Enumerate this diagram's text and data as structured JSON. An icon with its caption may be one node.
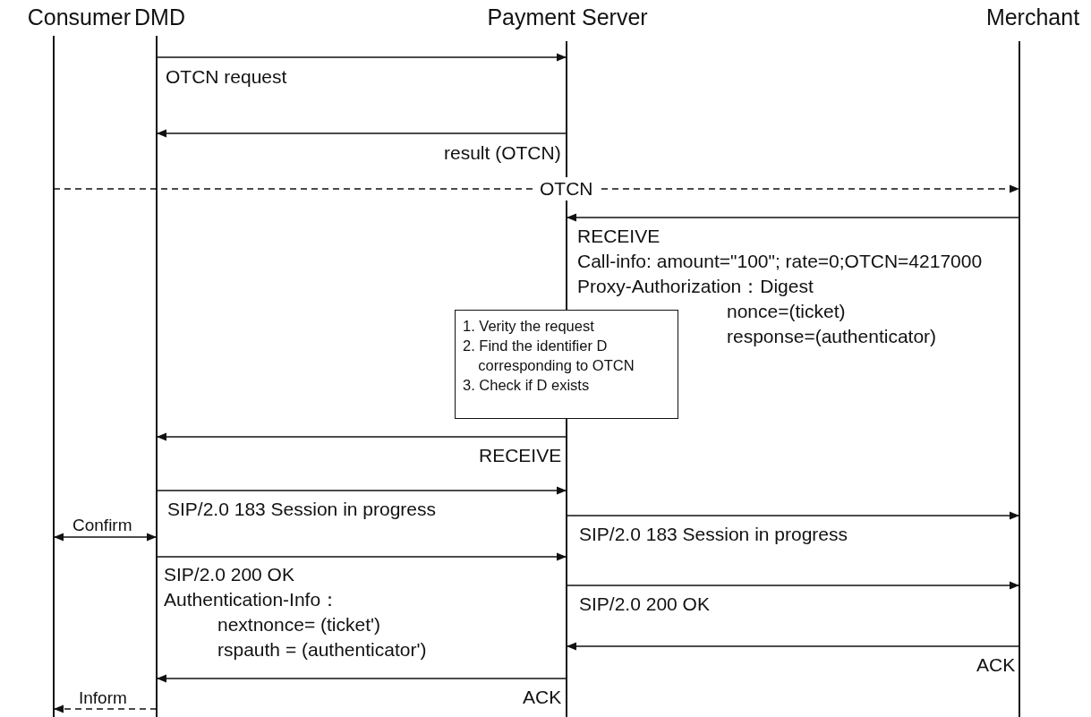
{
  "diagram": {
    "nodes": [
      {
        "text": [
          "Consumer"
        ]
      },
      {
        "text": [
          "DMD"
        ]
      },
      {
        "text": [
          "Payment Server"
        ]
      },
      {
        "text": [
          "Merchant"
        ]
      },
      {
        "text": [
          "1. Verity the request",
          "2. Find the identifier D corresponding to OTCN",
          "3. Check if D exists"
        ]
      }
    ],
    "edges": [
      {
        "from": 1,
        "to": 2,
        "arrow": "to",
        "label": "OTCN request"
      },
      {
        "from": 2,
        "to": 1,
        "arrow": "to",
        "label": "result (OTCN)"
      },
      {
        "from": 0,
        "to": 3,
        "arrow": "to",
        "label": "OTCN",
        "style": "dashed"
      },
      {
        "from": 3,
        "to": 2,
        "arrow": "to",
        "label": "RECEIVE"
      },
      {
        "from": 2,
        "to": 1,
        "arrow": "to",
        "label": "RECEIVE"
      },
      {
        "from": 1,
        "to": 2,
        "arrow": "to",
        "label": "SIP/2.0 183 Session in progress"
      },
      {
        "from": 2,
        "to": 3,
        "arrow": "to",
        "label": "SIP/2.0 183 Session in progress"
      },
      {
        "from": 0,
        "to": 1,
        "arrow": "both",
        "label": "Confirm"
      },
      {
        "from": 1,
        "to": 2,
        "arrow": "to",
        "label": "SIP/2.0 200 OK"
      },
      {
        "from": 2,
        "to": 3,
        "arrow": "to",
        "label": "SIP/2.0 200 OK"
      },
      {
        "from": 3,
        "to": 2,
        "arrow": "to",
        "label": "ACK"
      },
      {
        "from": 2,
        "to": 1,
        "arrow": "to",
        "label": "ACK"
      },
      {
        "from": 1,
        "to": 0,
        "arrow": "to",
        "label": "Inform",
        "style": "dashed"
      }
    ],
    "labels": [
      "Call-info: amount=\"100\"; rate=0;OTCN=4217000",
      "Proxy-Authorization：Digest",
      "nonce=(ticket)",
      "response=(authenticator)",
      "Authentication-Info：",
      "nextnonce= (ticket')",
      "rspauth = (authenticator')"
    ]
  }
}
